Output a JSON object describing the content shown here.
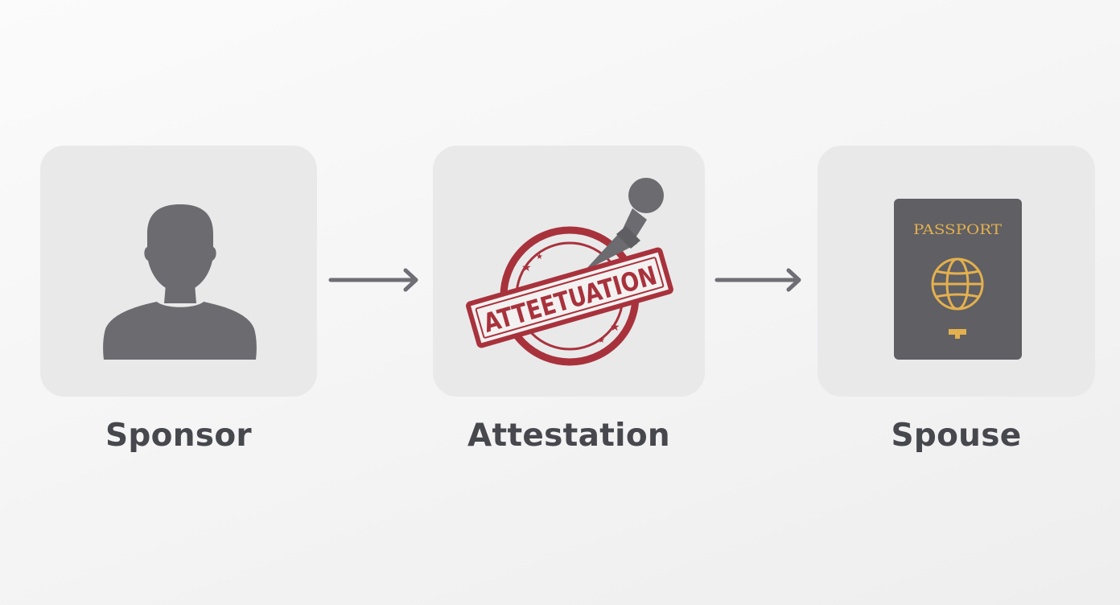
{
  "steps": [
    {
      "label": "Sponsor",
      "icon": "person-silhouette-icon"
    },
    {
      "label": "Attestation",
      "icon": "attestation-stamp-icon",
      "stamp_text": "ATTEETUATION"
    },
    {
      "label": "Spouse",
      "icon": "passport-icon",
      "passport_text": "PASSPORT"
    }
  ],
  "connectors": [
    "arrow-right-icon",
    "arrow-right-icon"
  ],
  "colors": {
    "background": "#f4f4f4",
    "tile": "#e9e9ea",
    "icon_gray": "#6b6b70",
    "arrow": "#6e6e74",
    "label": "#47474e",
    "stamp_red": "#a8323c",
    "passport": "#5f5f64",
    "passport_gold": "#e4b04e"
  }
}
